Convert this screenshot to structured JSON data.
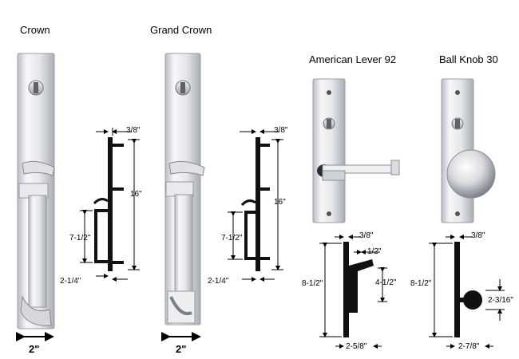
{
  "products": [
    {
      "name": "Crown",
      "plate_width": "2\"",
      "top_offset": "3/8\"",
      "height": "16\"",
      "grip": "7-1/2\"",
      "depth": "2-1/4\""
    },
    {
      "name": "Grand Crown",
      "plate_width": "2\"",
      "top_offset": "3/8\"",
      "height": "16\"",
      "grip": "7-1/2\"",
      "depth": "2-1/4\""
    },
    {
      "name": "American Lever 92",
      "top_offset": "3/8\"",
      "lever_offset": "1/2\"",
      "height": "8-1/2\"",
      "lever_height": "4-1/2\"",
      "projection": "2-5/8\""
    },
    {
      "name": "Ball Knob 30",
      "top_offset": "3/8\"",
      "height": "8-1/2\"",
      "knob_height": "2-3/16\"",
      "projection": "2-7/8\""
    }
  ],
  "colors": {
    "chrome_light": "#f4f4f6",
    "chrome_mid": "#c9ccd2",
    "chrome_dark": "#8a8f98",
    "profile": "#111111"
  }
}
